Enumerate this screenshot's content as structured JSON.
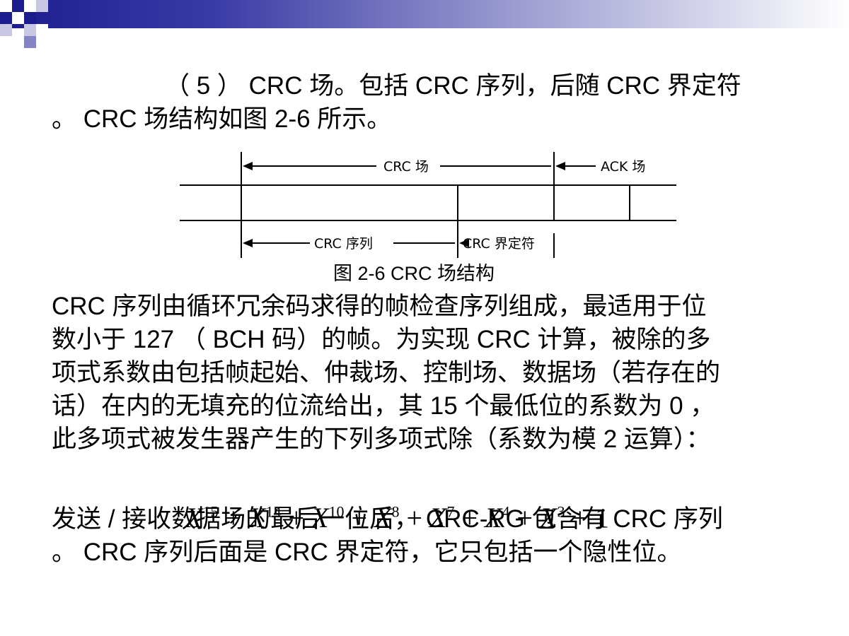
{
  "intro": {
    "lines": [
      "（ 5 ） CRC 场。包括 CRC 序列，后随 CRC 界定符",
      "。 CRC 场结构如图 2-6 所示。"
    ]
  },
  "figure": {
    "label_crc_field": "CRC 场",
    "label_ack_field": "ACK 场",
    "label_crc_sequence": "CRC 序列",
    "label_crc_delimiter": "CRC 界定符",
    "caption": "图 2-6  CRC 场结构"
  },
  "body": {
    "lines": [
      "CRC 序列由循环冗余码求得的帧检查序列组成，最适用于位",
      "数小于 127 （ BCH 码）的帧。为实现 CRC 计算，被除的多",
      "项式系数由包括帧起始、仲裁场、控制场、数据场（若存在的",
      "话）在内的无填充的位流给出，其 15 个最低位的系数为 0 ，",
      "此多项式被发生器产生的下列多项式除（系数为模 2 运算）："
    ]
  },
  "formula": {
    "terms": [
      {
        "base": "X",
        "exp": "15",
        "op": "+"
      },
      {
        "base": "X",
        "exp": "14",
        "op": "+"
      },
      {
        "base": "X",
        "exp": "10",
        "op": "+"
      },
      {
        "base": "X",
        "exp": "8",
        "op": "+"
      },
      {
        "base": "X",
        "exp": "7",
        "op": "+"
      },
      {
        "base": "X",
        "exp": "4",
        "op": "+"
      },
      {
        "base": "X",
        "exp": "3",
        "op": "+"
      },
      {
        "base": "1",
        "exp": "",
        "op": ""
      }
    ]
  },
  "send": {
    "lines": [
      "发送 / 接收数据场的最后一位后， CRC-RG 包含有 CRC 序列",
      "。 CRC 序列后面是 CRC 界定符，它只包括一个隐性位。"
    ]
  },
  "theme": {
    "header_dark": "#1c1c8f",
    "header_square_light": "#c8c8e4",
    "header_square_mid": "#8484c4"
  }
}
